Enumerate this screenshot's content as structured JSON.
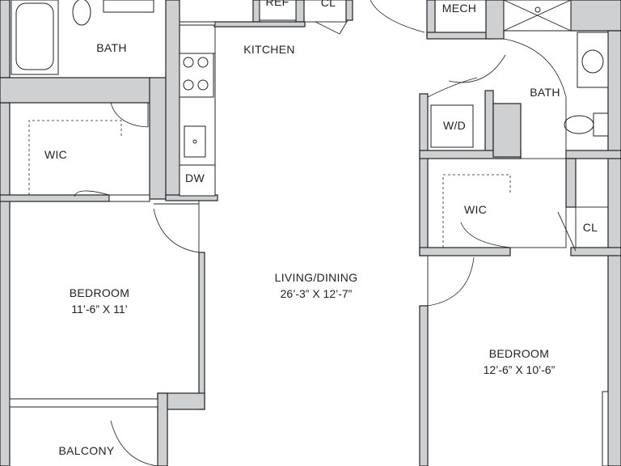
{
  "rooms": {
    "bath_left": "BATH",
    "kitchen": "KITCHEN",
    "ref": "REF",
    "cl_top": "CL",
    "mech": "MECH",
    "bath_right": "BATH",
    "wic_left": "WIC",
    "dw": "DW",
    "wd": "W/D",
    "wic_right": "WIC",
    "cl_right": "CL",
    "bedroom_left": "BEDROOM",
    "bedroom_left_dim": "11’-6” X 11’",
    "living": "LIVING/DINING",
    "living_dim": "26’-3” X 12’-7”",
    "bedroom_right": "BEDROOM",
    "bedroom_right_dim": "12’-6” X 10’-6”",
    "balcony": "BALCONY"
  }
}
